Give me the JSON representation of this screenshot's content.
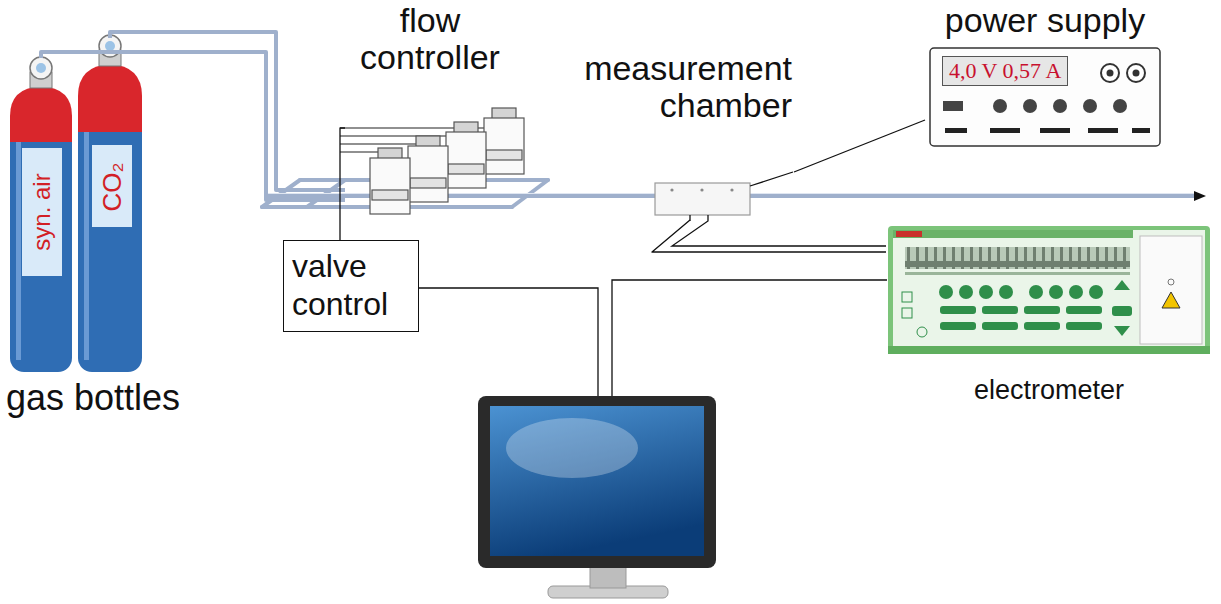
{
  "diagram": {
    "nodes": [
      {
        "text": [
          "syn. air"
        ]
      },
      {
        "text": [
          "CO₂"
        ]
      },
      {
        "text": [
          "flow controller"
        ]
      },
      {
        "text": [
          "valve control"
        ]
      },
      {
        "text": [
          "measurement chamber"
        ]
      },
      {
        "text": [
          "power supply",
          "4,0 V 0,57 A"
        ]
      },
      {
        "text": [
          "electrometer"
        ]
      }
    ],
    "edges": [
      {
        "from": 0,
        "to": 2,
        "arrow": "none"
      },
      {
        "from": 1,
        "to": 2,
        "arrow": "none"
      },
      {
        "from": 2,
        "to": 4,
        "arrow": "none"
      },
      {
        "from": 3,
        "to": 2,
        "arrow": "none"
      },
      {
        "from": 5,
        "to": 4,
        "arrow": "none"
      },
      {
        "from": 4,
        "to": 6,
        "arrow": "none"
      }
    ],
    "labels": [
      "gas bottles"
    ]
  }
}
